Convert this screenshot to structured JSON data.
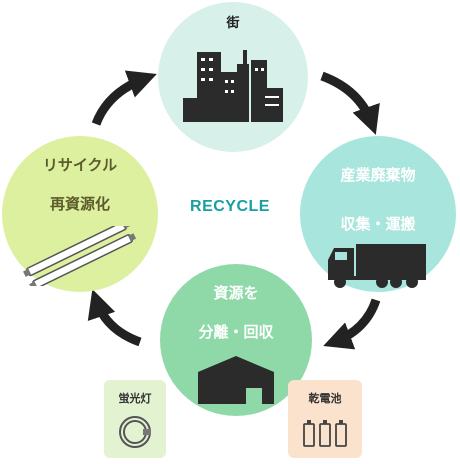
{
  "nodes": {
    "city": {
      "label": "街"
    },
    "waste": {
      "line1": "産業廃棄物",
      "line2": "収集・運搬"
    },
    "separate": {
      "line1": "資源を",
      "line2": "分離・回収"
    },
    "recycle": {
      "line1": "リサイクル",
      "line2": "再資源化"
    }
  },
  "center_label": "RECYCLE",
  "cards": {
    "fluorescent": {
      "label": "蛍光灯"
    },
    "battery": {
      "label": "乾電池"
    }
  },
  "colors": {
    "city": "#d7f0e9",
    "waste": "#a8e6dd",
    "separate": "#8fd9a9",
    "recycle": "#ddf0a0",
    "accent": "#1a9fa0",
    "arrow": "#222222"
  },
  "icons": [
    "city-buildings-icon",
    "truck-icon",
    "warehouse-icon",
    "fluorescent-tubes-icon",
    "circular-lamp-icon",
    "batteries-icon"
  ]
}
